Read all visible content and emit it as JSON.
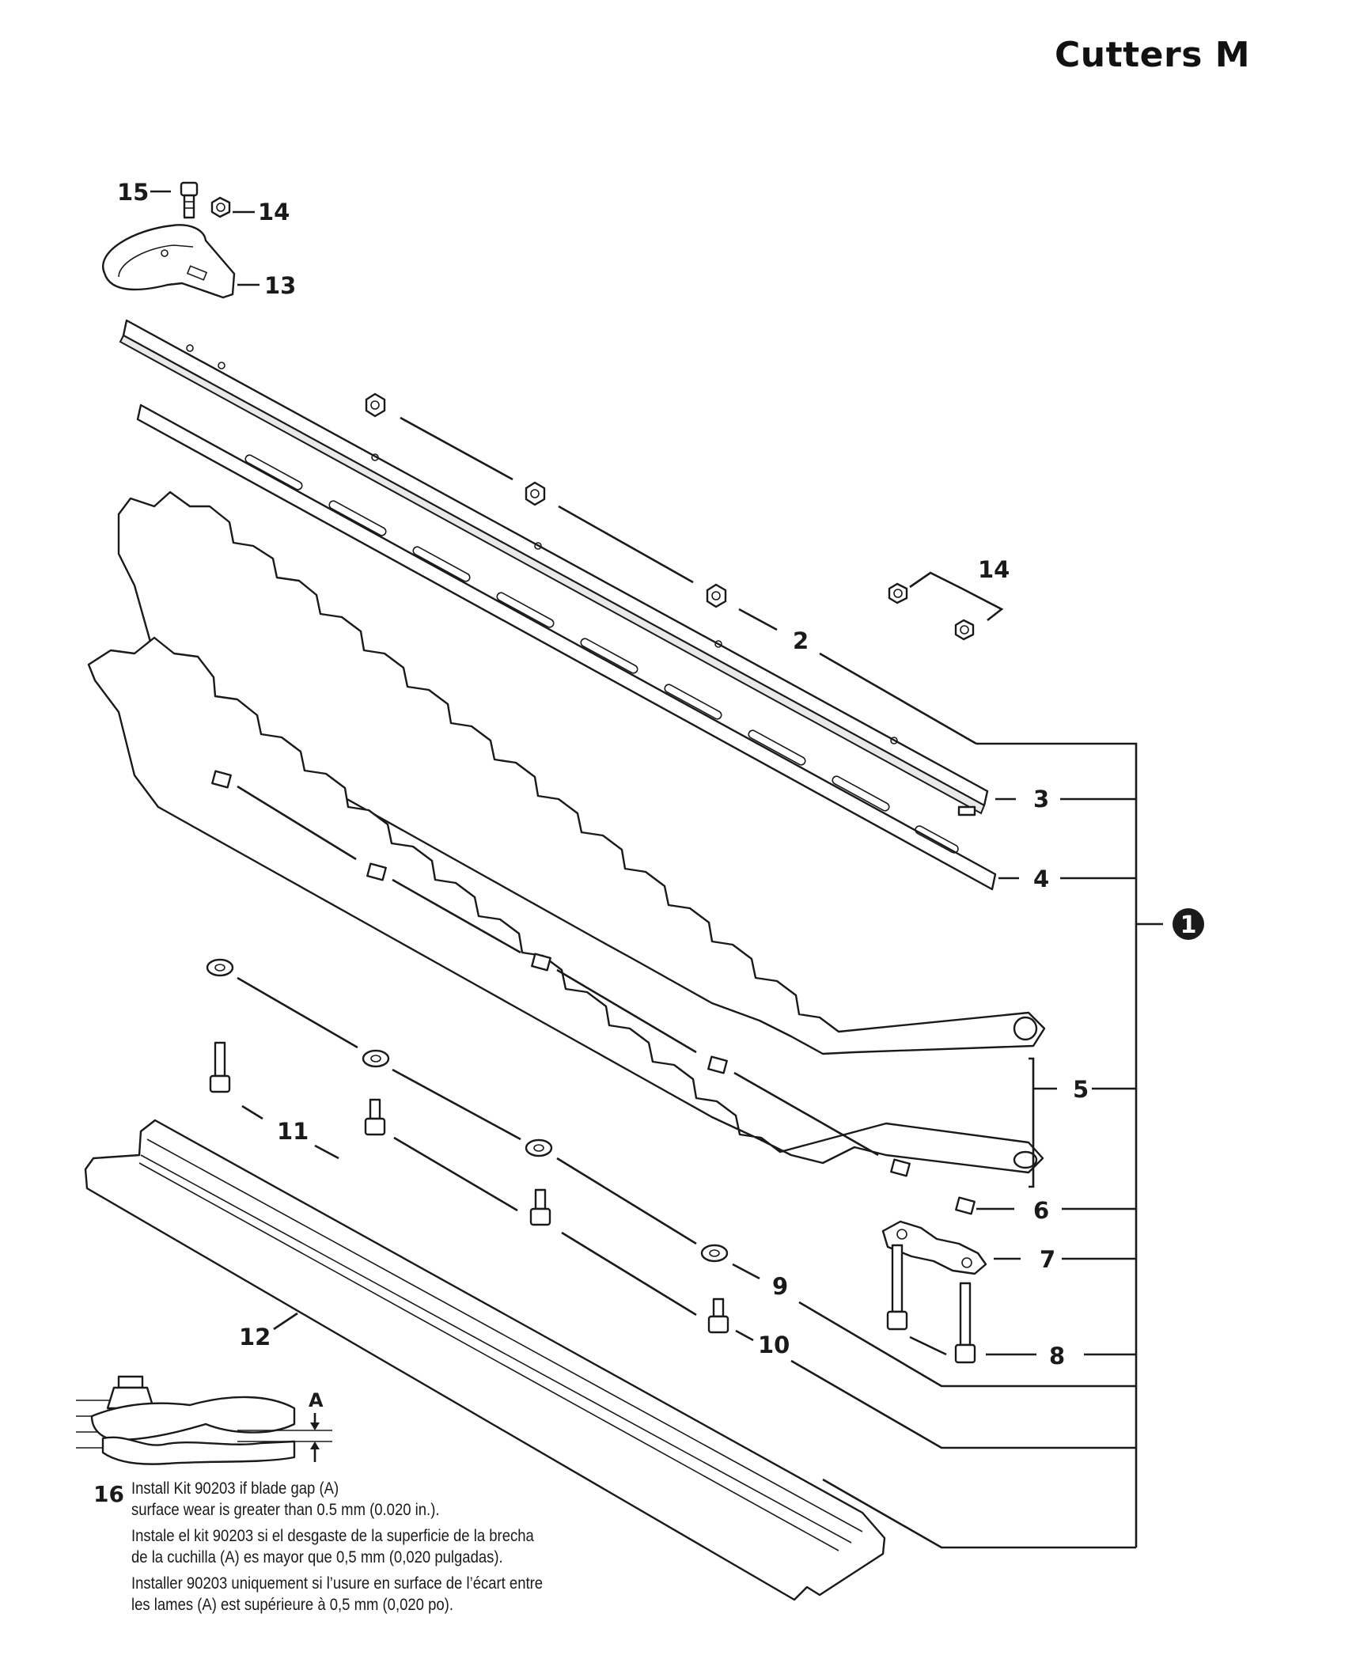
{
  "page": {
    "title": "Cutters M"
  },
  "callouts": {
    "kit": "1",
    "c2": "2",
    "c3": "3",
    "c4": "4",
    "c5": "5",
    "c6": "6",
    "c7": "7",
    "c8": "8",
    "c9": "9",
    "c10": "10",
    "c11": "11",
    "c12": "12",
    "c13": "13",
    "c14_top": "14",
    "c14_right": "14",
    "c15": "15",
    "c16": "16"
  },
  "dimension": {
    "label": "A"
  },
  "note": {
    "english_line1": "Install Kit 90203 if blade gap (A)",
    "english_line2": "surface wear is greater than 0.5 mm (0.020 in.).",
    "spanish_line1": "Instale el kit 90203 si el desgaste de la superficie de la brecha",
    "spanish_line2": "de la cuchilla (A) es mayor que 0,5 mm (0,020 pulgadas).",
    "french_line1": "Installer 90203 uniquement si l’usure en surface de l’écart entre",
    "french_line2": "les lames (A) est supérieure à 0,5 mm (0,020 po)."
  }
}
